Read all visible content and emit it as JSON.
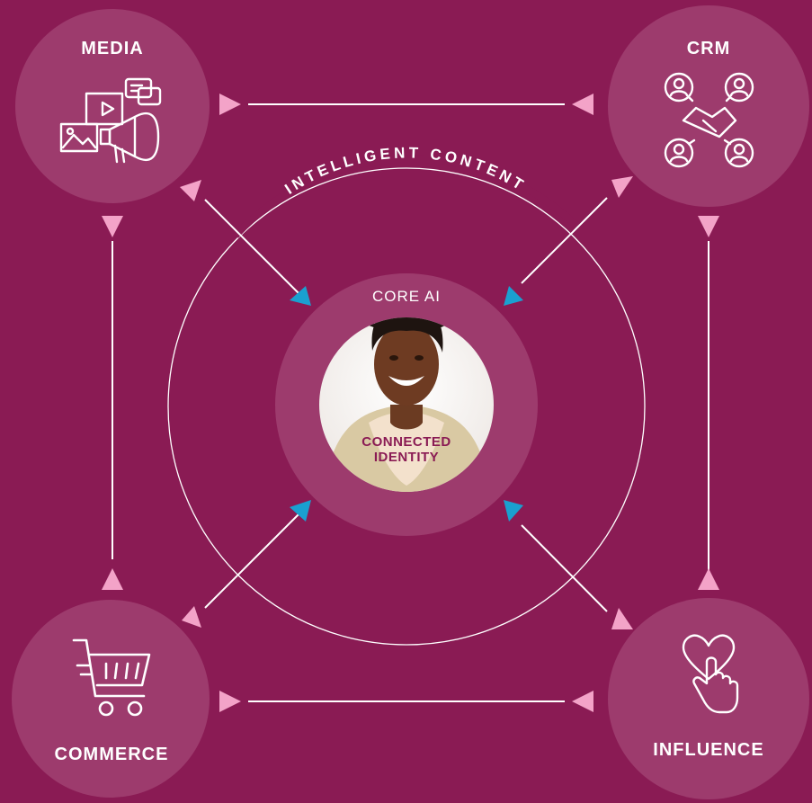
{
  "nodes": {
    "media": {
      "label": "MEDIA",
      "icon": "megaphone-media-icon"
    },
    "crm": {
      "label": "CRM",
      "icon": "handshake-network-icon"
    },
    "commerce": {
      "label": "COMMERCE",
      "icon": "shopping-cart-icon"
    },
    "influence": {
      "label": "INFLUENCE",
      "icon": "heart-tap-icon"
    }
  },
  "center": {
    "ring_label": "INTELLIGENT CONTENT",
    "core_label": "CORE AI",
    "identity_line1": "CONNECTED",
    "identity_line2": "IDENTITY",
    "photo": "smiling-man-portrait"
  },
  "colors": {
    "background": "#8a1b54",
    "node_fill": "#9d3b6d",
    "line": "#ffffff",
    "pink_arrow": "#f3a3c8",
    "blue_arrow": "#1aa0d0",
    "identity_text": "#8a1b54"
  }
}
